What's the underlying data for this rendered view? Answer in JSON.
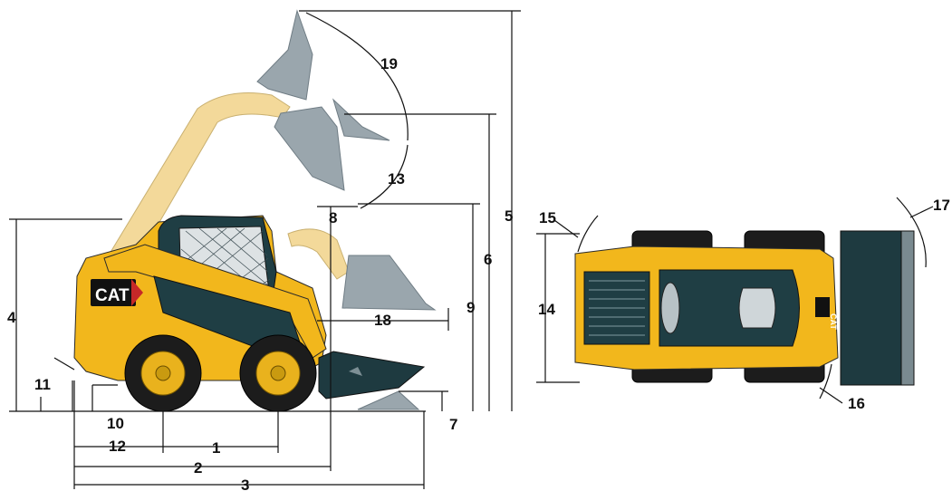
{
  "labels": {
    "d1": "1",
    "d2": "2",
    "d3": "3",
    "d4": "4",
    "d5": "5",
    "d6": "6",
    "d7": "7",
    "d8": "8",
    "d9": "9",
    "d10": "10",
    "d11": "11",
    "d12": "12",
    "d13": "13",
    "d14": "14",
    "d15": "15",
    "d16": "16",
    "d17": "17",
    "d18": "18",
    "d19": "19"
  },
  "logo": {
    "side_text": "CAT",
    "top_text": "CAT"
  },
  "colors": {
    "body_yellow": "#f2b71c",
    "cab_dark": "#1f3e44",
    "ghost_grey": "#9aa6ad",
    "ghost_arm": "#f3d99a",
    "tire_black": "#1c1c1c"
  }
}
